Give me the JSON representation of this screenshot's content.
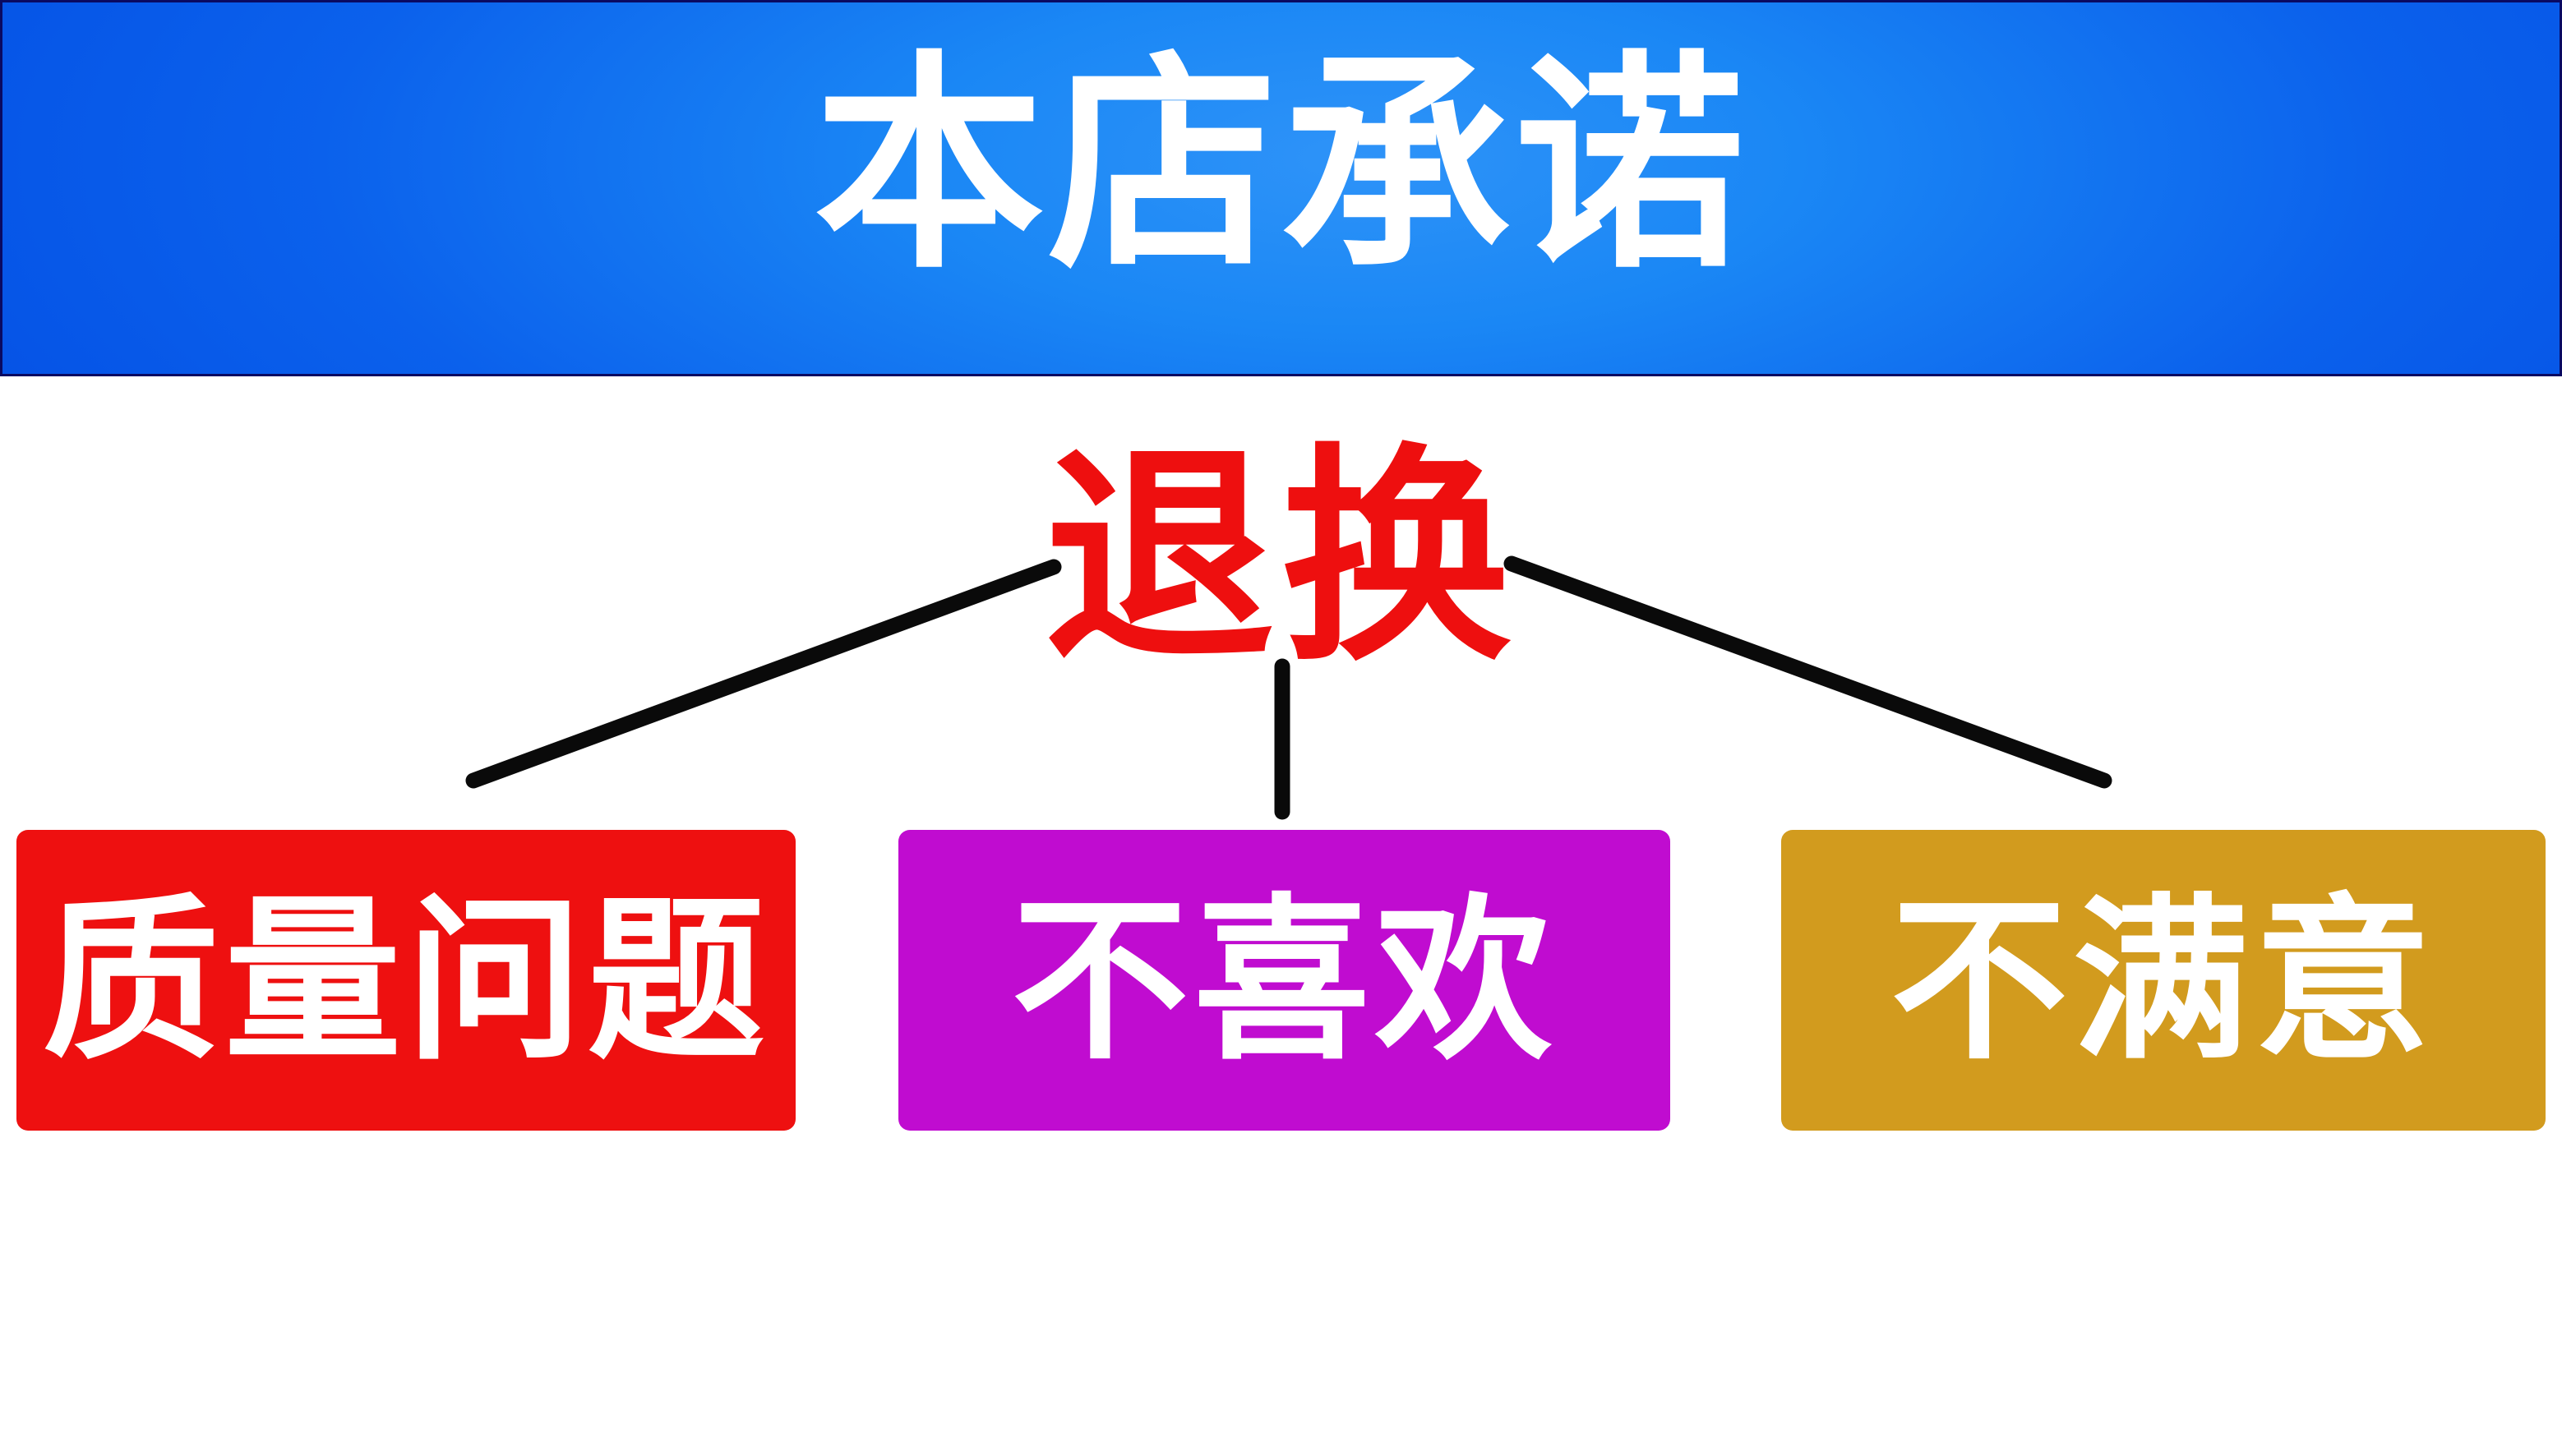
{
  "banner": {
    "title": "本店承诺",
    "text_color": "#ffffff",
    "gradient_center_color": "#2e93f8",
    "gradient_edge_color": "#0553e6",
    "border_color": "#0a0a62"
  },
  "diagram": {
    "root": {
      "label": "退换",
      "color": "#ee0f0f"
    },
    "connector_color": "#0a0a0a",
    "branches": [
      {
        "label": "质量问题",
        "color": "#ee1010",
        "text_color": "#ffffff"
      },
      {
        "label": "不喜欢",
        "color": "#c00cd0",
        "text_color": "#ffffff"
      },
      {
        "label": "不满意",
        "color": "#d29b1e",
        "text_color": "#ffffff"
      }
    ]
  }
}
